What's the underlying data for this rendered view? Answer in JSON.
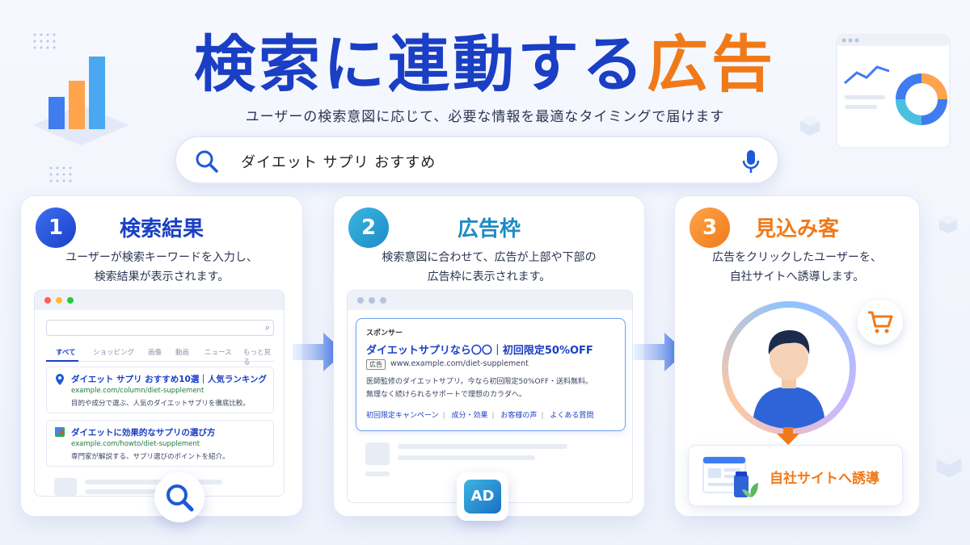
{
  "header": {
    "title_main": "検索に連動する",
    "title_accent": "広告",
    "subtitle": "ユーザーの検索意図に応じて、必要な情報を最適なタイミングで届けます"
  },
  "search": {
    "query": "ダイエット サプリ おすすめ"
  },
  "steps": [
    {
      "number": "1",
      "title": "検索結果",
      "desc_line1": "ユーザーが検索キーワードを入力し、",
      "desc_line2": "検索結果が表示されます。",
      "tabs": [
        "すべて",
        "ショッピング",
        "画像",
        "動画",
        "ニュース",
        "もっと見る"
      ],
      "results": [
        {
          "title": "ダイエット サプリ おすすめ10選｜人気ランキング",
          "url": "example.com/column/diet-supplement",
          "desc": "目的や成分で選ぶ、人気のダイエットサプリを徹底比較。"
        },
        {
          "title": "ダイエットに効果的なサプリの選び方",
          "url": "example.com/howto/diet-supplement",
          "desc": "専門家が解説する、サプリ選びのポイントを紹介。"
        }
      ]
    },
    {
      "number": "2",
      "title": "広告枠",
      "desc_line1": "検索意図に合わせて、広告が上部や下部の",
      "desc_line2": "広告枠に表示されます。",
      "ad": {
        "sponsor": "スポンサー",
        "title": "ダイエットサプリなら〇〇｜初回限定50%OFF",
        "tag": "広告",
        "url": "www.example.com/diet-supplement",
        "desc_line1": "医師監修のダイエットサプリ。今なら初回限定50%OFF・送料無料。",
        "desc_line2": "無理なく続けられるサポートで理想のカラダへ。",
        "links": [
          "初回限定キャンペーン",
          "成分・効果",
          "お客様の声",
          "よくある質問"
        ]
      },
      "ad_logo": "AD"
    },
    {
      "number": "3",
      "title": "見込み客",
      "desc_line1": "広告をクリックしたユーザーを、",
      "desc_line2": "自社サイトへ誘導します。",
      "site_label": "自社サイトへ誘導"
    }
  ],
  "colors": {
    "primary_blue": "#1a3fc4",
    "accent_orange": "#f07a1a",
    "teal": "#1f8ac4"
  }
}
